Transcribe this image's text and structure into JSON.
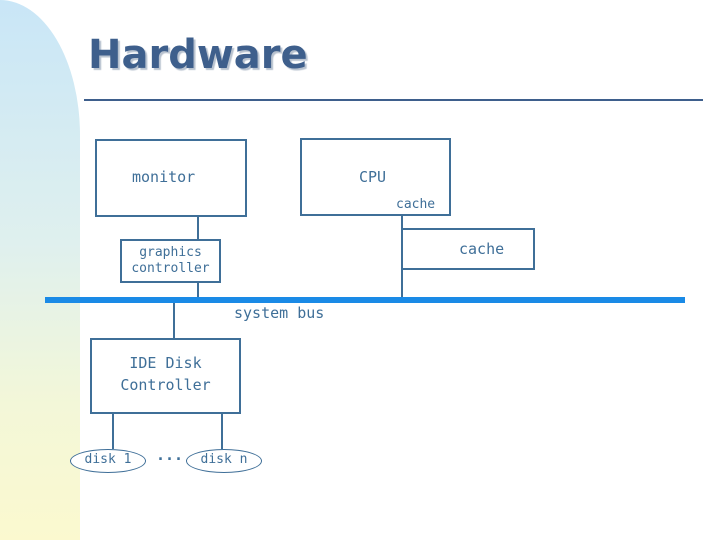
{
  "slide": {
    "title": "Hardware"
  },
  "diagram": {
    "monitor": "monitor",
    "cpu": "CPU",
    "cpu_cache": "cache",
    "cache": "cache",
    "graphics_controller_line1": "graphics",
    "graphics_controller_line2": "controller",
    "system_bus": "system bus",
    "ide_line1": "IDE Disk",
    "ide_line2": "Controller",
    "disk1": "disk 1",
    "ellipsis": "...",
    "diskn": "disk n"
  },
  "colors": {
    "title": "#3e5f8c",
    "stroke": "#3f6f98",
    "bus": "#1a8ae6"
  }
}
